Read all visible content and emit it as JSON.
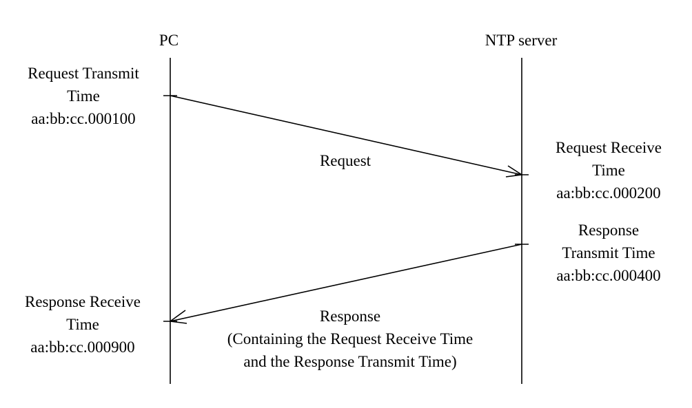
{
  "participants": {
    "left": "PC",
    "right": "NTP server"
  },
  "events": {
    "request_transmit": {
      "title_line1": "Request Transmit",
      "title_line2": "Time",
      "value": "aa:bb:cc.000100"
    },
    "request_receive": {
      "title_line1": "Request Receive",
      "title_line2": "Time",
      "value": "aa:bb:cc.000200"
    },
    "response_transmit": {
      "title_line1": "Response",
      "title_line2": "Transmit Time",
      "value": "aa:bb:cc.000400"
    },
    "response_receive": {
      "title_line1": "Response Receive",
      "title_line2": "Time",
      "value": "aa:bb:cc.000900"
    }
  },
  "messages": {
    "request": {
      "label": "Request"
    },
    "response": {
      "label": "Response",
      "detail_line1": "(Containing the Request Receive Time",
      "detail_line2": "and the Response Transmit Time)"
    }
  },
  "colors": {
    "line": "#000000",
    "text": "#000000",
    "background": "#ffffff"
  }
}
